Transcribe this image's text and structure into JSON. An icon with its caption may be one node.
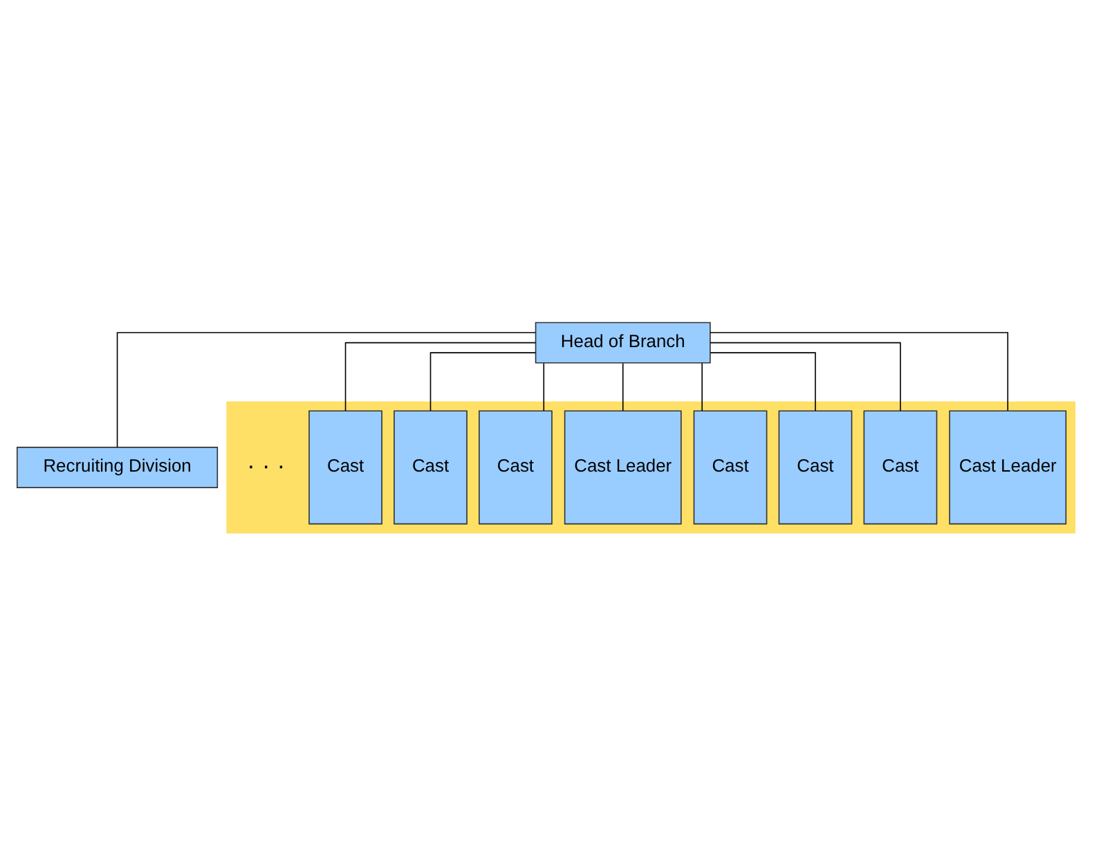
{
  "diagram": {
    "nodes": [
      {
        "text": [
          "Head of Branch"
        ]
      },
      {
        "text": [
          "Recruiting Division"
        ]
      },
      {
        "text": [],
        "shape": "band"
      },
      {
        "text": [
          "Cast Leader"
        ],
        "in": 2
      },
      {
        "text": [
          "Cast"
        ],
        "in": 2
      },
      {
        "text": [
          "Cast"
        ],
        "in": 2
      },
      {
        "text": [
          "Cast"
        ],
        "in": 2
      },
      {
        "text": [
          "Cast Leader"
        ],
        "in": 2
      },
      {
        "text": [
          "Cast"
        ],
        "in": 2
      },
      {
        "text": [
          "Cast"
        ],
        "in": 2
      },
      {
        "text": [
          "Cast"
        ],
        "in": 2
      }
    ],
    "edges": [
      {
        "from": 0,
        "to": 1,
        "arrow": "none"
      },
      {
        "from": 0,
        "to": 3,
        "arrow": "none"
      },
      {
        "from": 0,
        "to": 4,
        "arrow": "none"
      },
      {
        "from": 0,
        "to": 5,
        "arrow": "none"
      },
      {
        "from": 0,
        "to": 6,
        "arrow": "none"
      },
      {
        "from": 0,
        "to": 7,
        "arrow": "none"
      },
      {
        "from": 0,
        "to": 8,
        "arrow": "none"
      },
      {
        "from": 0,
        "to": 9,
        "arrow": "none"
      },
      {
        "from": 0,
        "to": 10,
        "arrow": "none"
      }
    ],
    "labels": [
      "· · ·"
    ]
  }
}
